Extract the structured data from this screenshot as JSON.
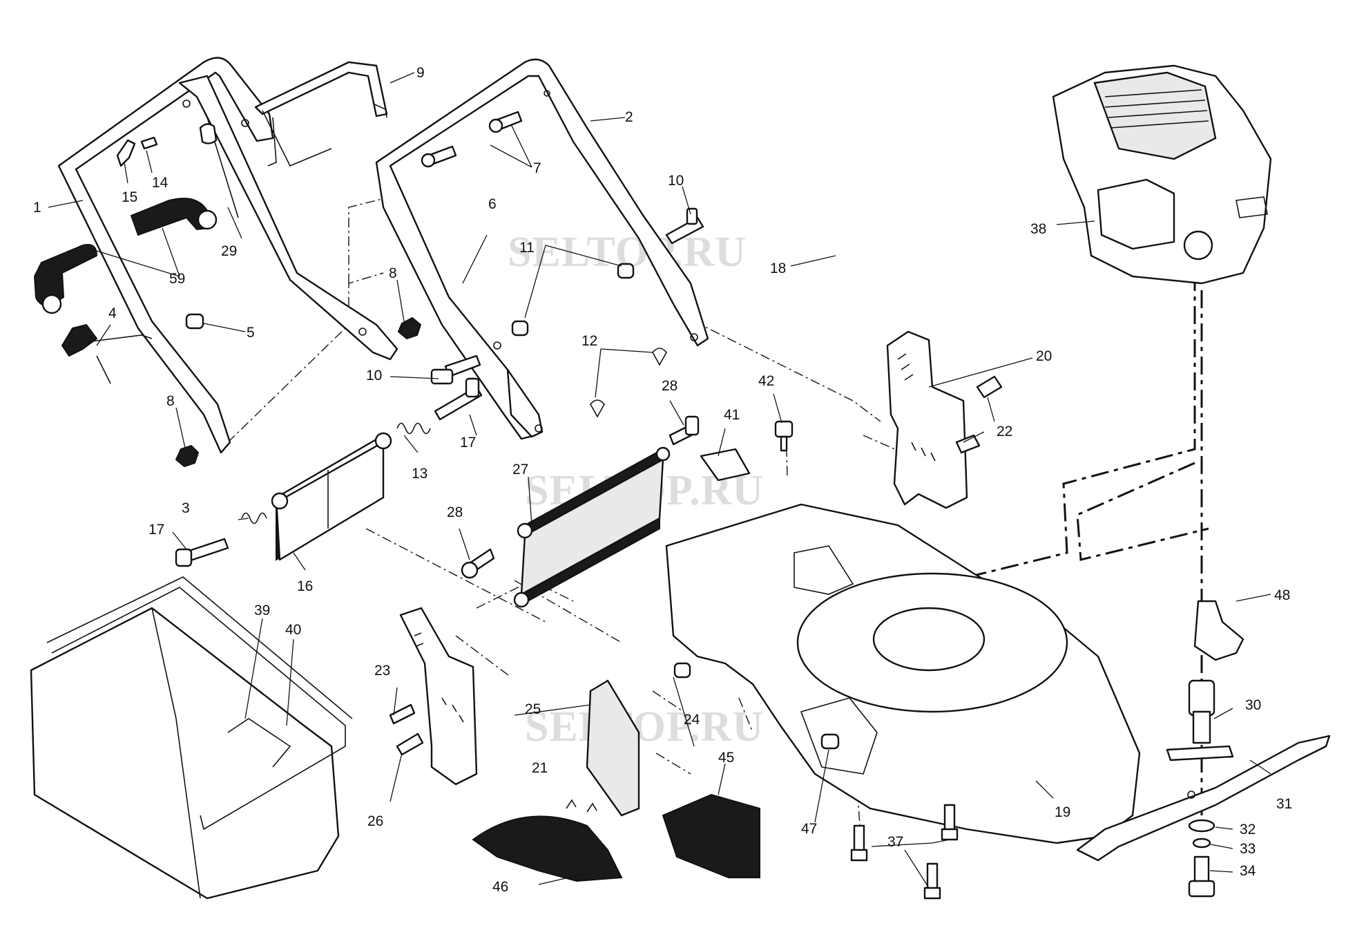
{
  "watermark": "SELTOP.RU",
  "callouts": [
    "1",
    "2",
    "3",
    "4",
    "5",
    "6",
    "7",
    "8",
    "8",
    "9",
    "10",
    "10",
    "11",
    "12",
    "13",
    "14",
    "15",
    "16",
    "17",
    "17",
    "18",
    "19",
    "20",
    "21",
    "22",
    "23",
    "24",
    "25",
    "26",
    "27",
    "28",
    "28",
    "29",
    "30",
    "31",
    "32",
    "33",
    "34",
    "37",
    "38",
    "39",
    "40",
    "41",
    "42",
    "45",
    "46",
    "47",
    "48",
    "59"
  ]
}
